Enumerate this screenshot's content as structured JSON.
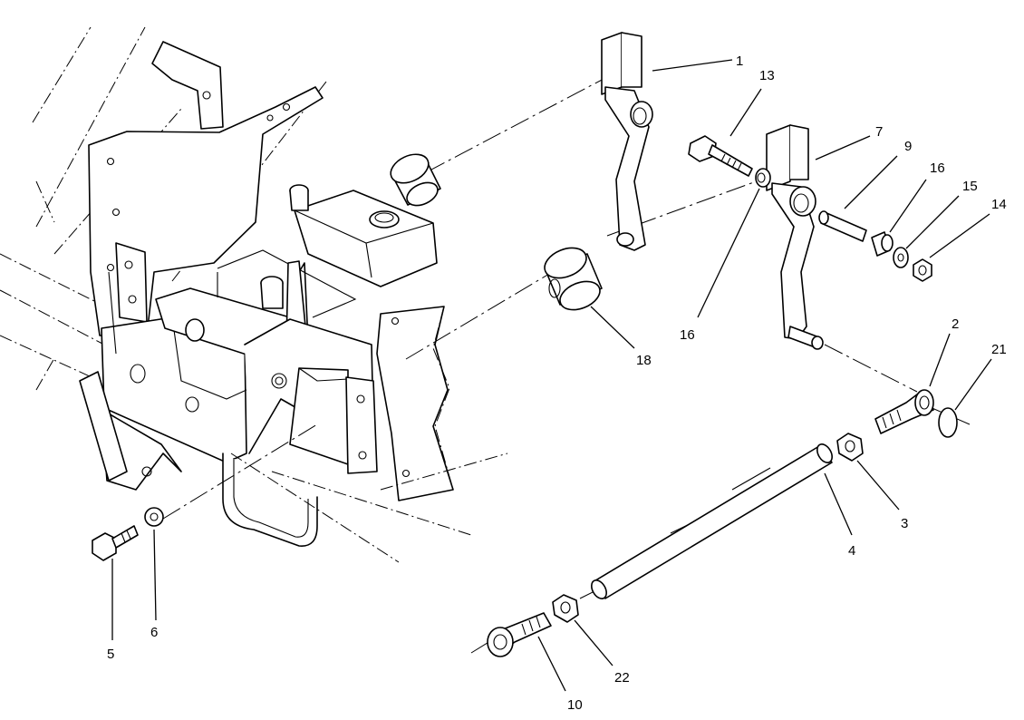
{
  "callouts": [
    {
      "id": "c1",
      "label": "1"
    },
    {
      "id": "c2",
      "label": "2"
    },
    {
      "id": "c3",
      "label": "3"
    },
    {
      "id": "c4",
      "label": "4"
    },
    {
      "id": "c5",
      "label": "5"
    },
    {
      "id": "c6",
      "label": "6"
    },
    {
      "id": "c7",
      "label": "7"
    },
    {
      "id": "c9",
      "label": "9"
    },
    {
      "id": "c10",
      "label": "10"
    },
    {
      "id": "c13",
      "label": "13"
    },
    {
      "id": "c14",
      "label": "14"
    },
    {
      "id": "c15",
      "label": "15"
    },
    {
      "id": "c16a",
      "label": "16"
    },
    {
      "id": "c16b",
      "label": "16"
    },
    {
      "id": "c18",
      "label": "18"
    },
    {
      "id": "c21",
      "label": "21"
    },
    {
      "id": "c22",
      "label": "22"
    }
  ],
  "colors": {
    "ink": "#000000",
    "paper": "#ffffff"
  }
}
